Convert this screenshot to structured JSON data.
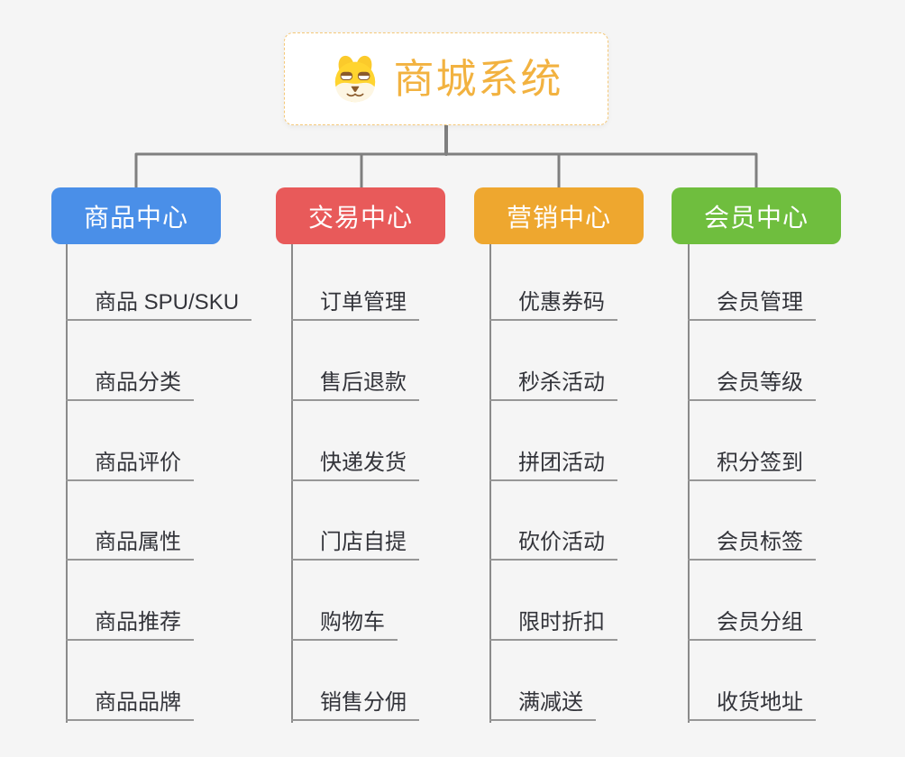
{
  "page": {
    "background": "#f5f5f5"
  },
  "root": {
    "title": "商城系统",
    "icon": "dog-face-icon",
    "title_color": "#f2b240",
    "border_color": "#f5c878"
  },
  "branches": [
    {
      "label": "商品中心",
      "color": "#4a8fe8",
      "children": [
        "商品 SPU/SKU",
        "商品分类",
        "商品评价",
        "商品属性",
        "商品推荐",
        "商品品牌"
      ]
    },
    {
      "label": "交易中心",
      "color": "#e85a5a",
      "children": [
        "订单管理",
        "售后退款",
        "快递发货",
        "门店自提",
        "购物车",
        "销售分佣"
      ]
    },
    {
      "label": "营销中心",
      "color": "#eea72f",
      "children": [
        "优惠券码",
        "秒杀活动",
        "拼团活动",
        "砍价活动",
        "限时折扣",
        "满减送"
      ]
    },
    {
      "label": "会员中心",
      "color": "#6fbe3e",
      "children": [
        "会员管理",
        "会员等级",
        "积分签到",
        "会员标签",
        "会员分组",
        "收货地址"
      ]
    }
  ],
  "colors": {
    "connector_line": "#7f7f7f",
    "leaf_underline": "#979797",
    "leaf_text": "#33343a"
  }
}
